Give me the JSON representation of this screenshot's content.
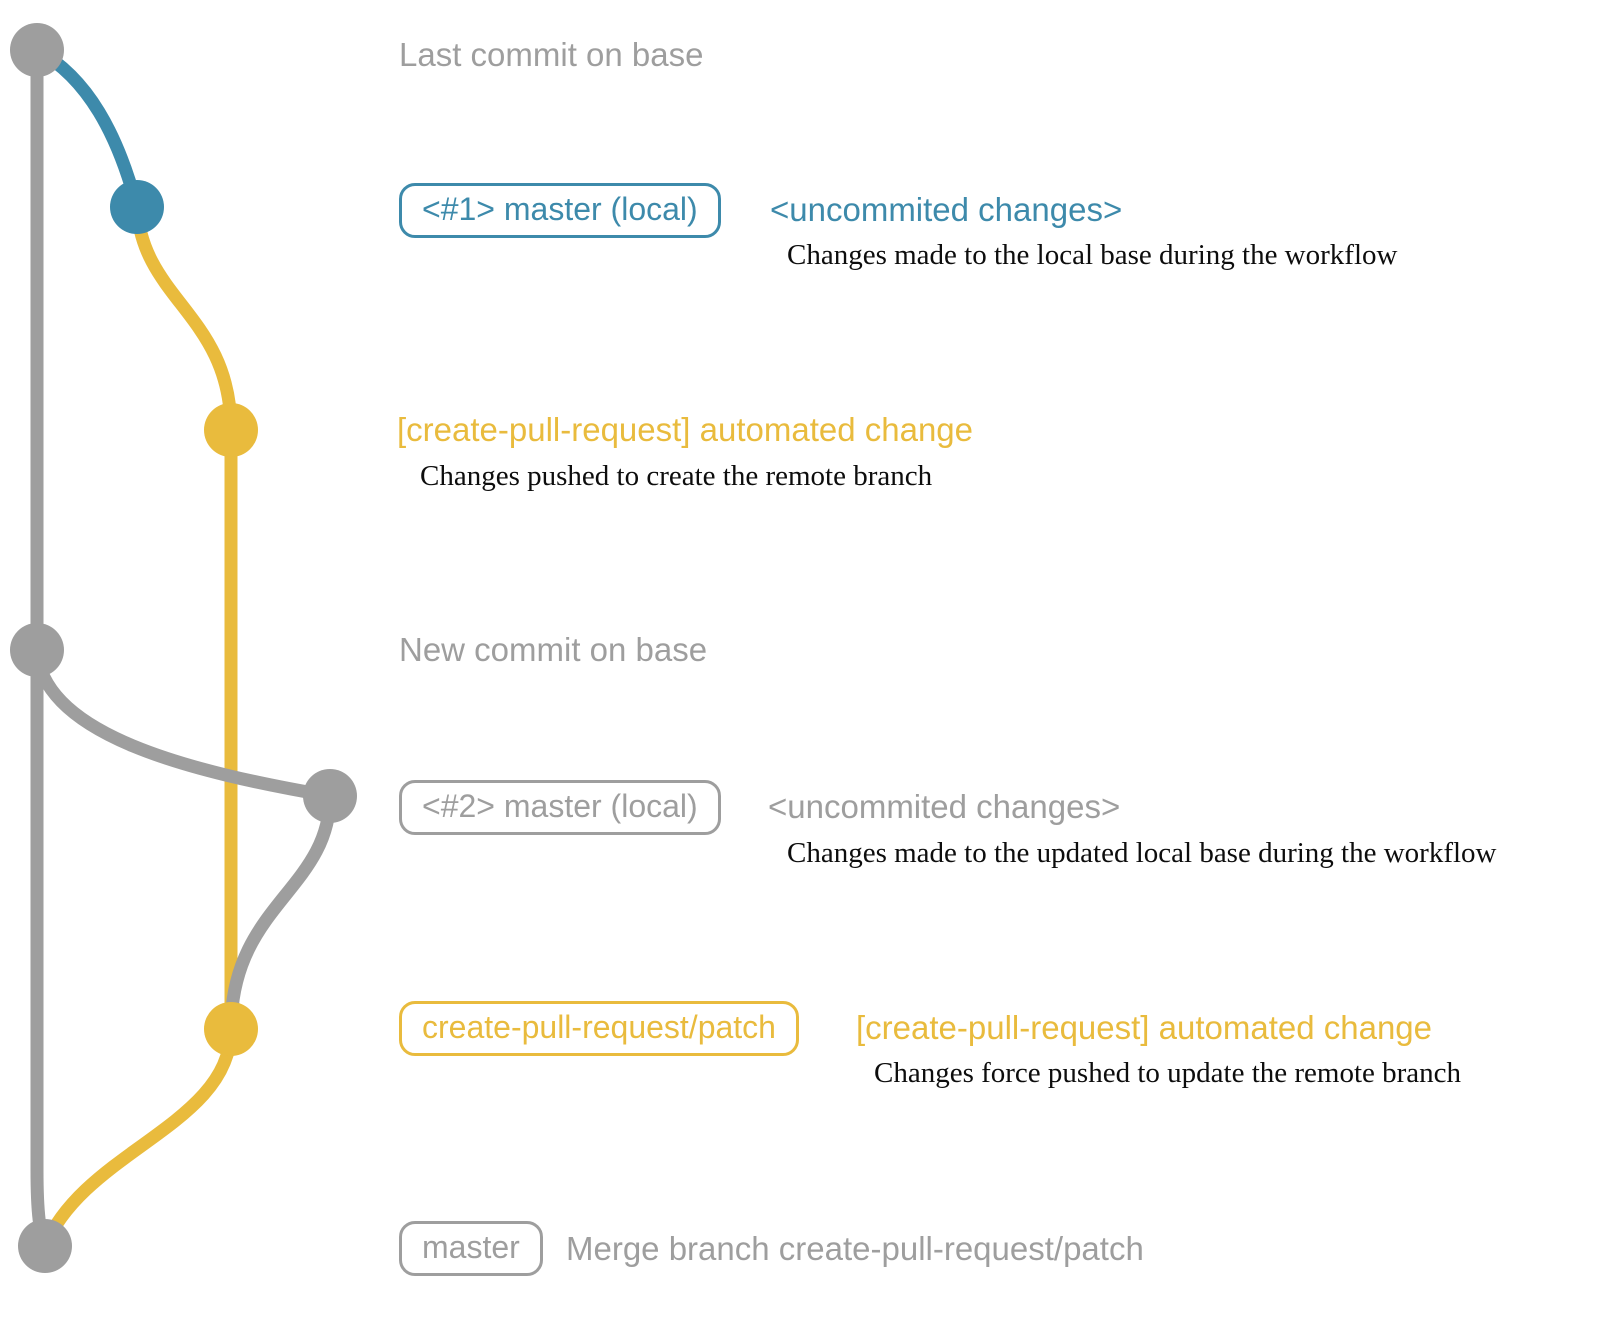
{
  "colors": {
    "gray": "#9e9e9e",
    "blue": "#3d8aab",
    "yellow": "#e9bb3d",
    "ink": "#0d0d0d",
    "bg": "#ffffff"
  },
  "graph": {
    "branches": [
      {
        "name": "base",
        "color_key": "gray"
      },
      {
        "name": "master (local)",
        "color_key": "blue"
      },
      {
        "name": "create-pull-request/patch",
        "color_key": "yellow"
      }
    ],
    "commits": [
      {
        "id": "last-commit-on-base",
        "color_key": "gray"
      },
      {
        "id": "local-change-1",
        "color_key": "blue"
      },
      {
        "id": "automated-change-1",
        "color_key": "yellow"
      },
      {
        "id": "new-commit-on-base",
        "color_key": "gray"
      },
      {
        "id": "local-change-2",
        "color_key": "gray"
      },
      {
        "id": "automated-change-2",
        "color_key": "yellow"
      },
      {
        "id": "merge-commit",
        "color_key": "gray"
      }
    ]
  },
  "annotations": {
    "last_commit_label": "Last commit on base",
    "row1": {
      "badge": "<#1> master (local)",
      "status": "<uncommited changes>",
      "description": "Changes made to the local base during the workflow"
    },
    "row2": {
      "title": "[create-pull-request] automated change",
      "description": "Changes pushed to create the remote branch"
    },
    "new_commit_label": "New commit on base",
    "row3": {
      "badge": "<#2> master (local)",
      "status": "<uncommited changes>",
      "description": "Changes made to the updated local base during the workflow"
    },
    "row4": {
      "badge": "create-pull-request/patch",
      "title": "[create-pull-request] automated change",
      "description": "Changes force pushed to update the remote branch"
    },
    "row5": {
      "badge": "master",
      "label": "Merge branch create-pull-request/patch"
    }
  }
}
